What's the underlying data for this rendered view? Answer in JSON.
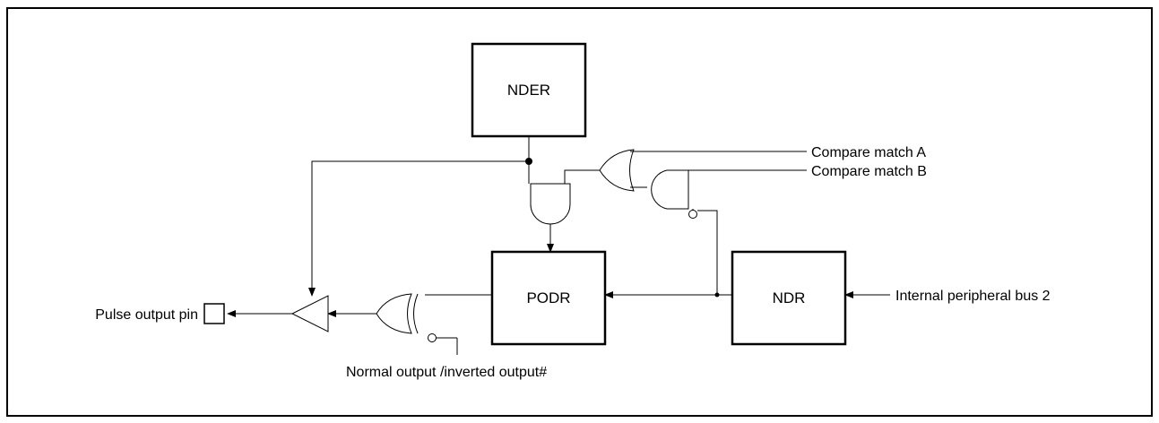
{
  "blocks": {
    "nder": "NDER",
    "podr": "PODR",
    "ndr": "NDR"
  },
  "signals": {
    "compare_a": "Compare match A",
    "compare_b": "Compare match B",
    "bus": "Internal peripheral bus 2",
    "pin": "Pulse output pin",
    "normal_inverted": "Normal output /inverted output#"
  }
}
